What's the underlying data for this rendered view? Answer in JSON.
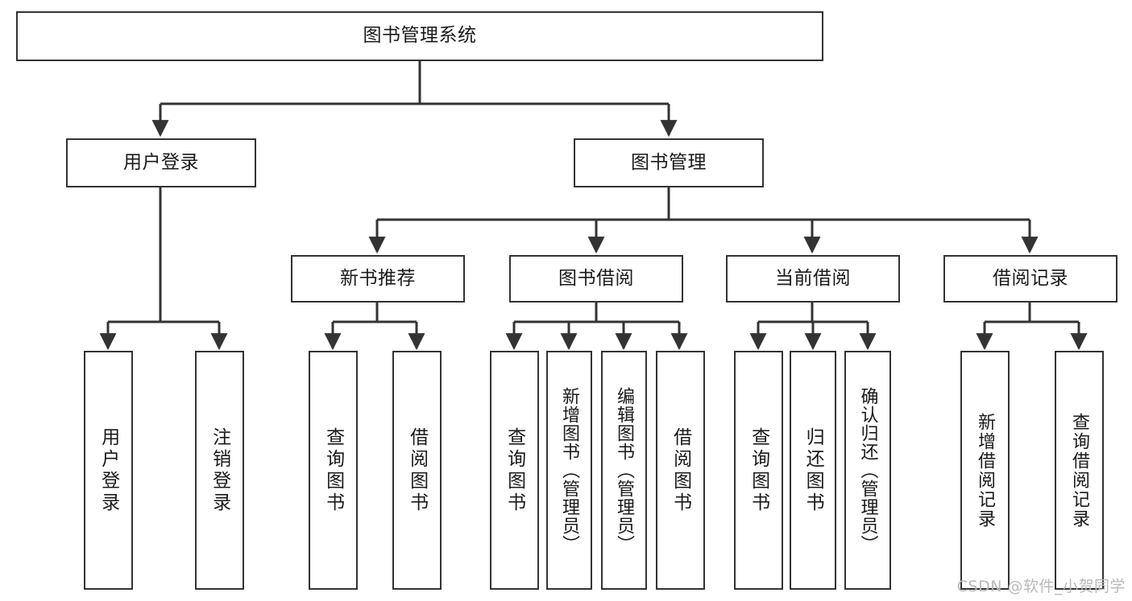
{
  "diagram": {
    "type": "tree-hierarchy",
    "title": "图书管理系统",
    "orientation": "top-down",
    "edge_style": "orthogonal-arrow",
    "colors": {
      "box_border": "#333333",
      "box_fill": "#ffffff",
      "text": "#1a1a1a",
      "edge": "#333333",
      "watermark": "#b9b9b9",
      "background": "#ffffff"
    }
  },
  "root": {
    "id": "root",
    "label": "图书管理系统"
  },
  "level1": [
    {
      "id": "user-login",
      "label": "用户登录"
    },
    {
      "id": "book-management",
      "label": "图书管理"
    }
  ],
  "level2": [
    {
      "id": "new-book-recommend",
      "label": "新书推荐",
      "parent": "book-management"
    },
    {
      "id": "book-borrow",
      "label": "图书借阅",
      "parent": "book-management"
    },
    {
      "id": "current-borrow",
      "label": "当前借阅",
      "parent": "book-management"
    },
    {
      "id": "borrow-record",
      "label": "借阅记录",
      "parent": "book-management"
    }
  ],
  "leaves": {
    "user_login": [
      {
        "id": "leaf-user-login",
        "label": "用户登录"
      },
      {
        "id": "leaf-logout-login",
        "label": "注销登录"
      }
    ],
    "new_book_recommend": [
      {
        "id": "leaf-query-book-1",
        "label": "查询图书"
      },
      {
        "id": "leaf-borrow-book-1",
        "label": "借阅图书"
      }
    ],
    "book_borrow": [
      {
        "id": "leaf-query-book-2",
        "label": "查询图书"
      },
      {
        "id": "leaf-add-book",
        "label": "新增图书（管理员）"
      },
      {
        "id": "leaf-edit-book",
        "label": "编辑图书（管理员）"
      },
      {
        "id": "leaf-borrow-book-2",
        "label": "借阅图书"
      }
    ],
    "current_borrow": [
      {
        "id": "leaf-query-book-3",
        "label": "查询图书"
      },
      {
        "id": "leaf-return-book",
        "label": "归还图书"
      },
      {
        "id": "leaf-confirm-return",
        "label": "确认归还（管理员）"
      }
    ],
    "borrow_record": [
      {
        "id": "leaf-add-record",
        "label": "新增借阅记录"
      },
      {
        "id": "leaf-query-record",
        "label": "查询借阅记录"
      }
    ]
  },
  "watermark": {
    "text": "CSDN @软件_小贺同学"
  }
}
